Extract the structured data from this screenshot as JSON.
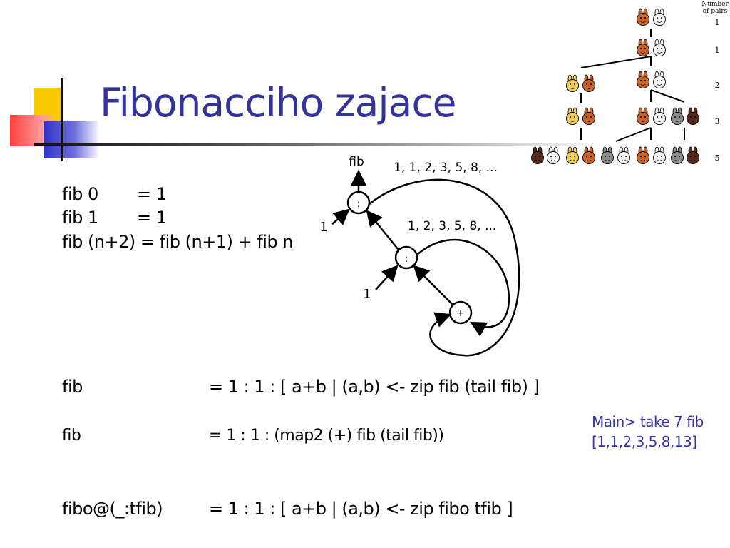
{
  "title": "Fibonacciho zajace",
  "definition": {
    "line1": {
      "lhs": "fib 0",
      "rhs": "= 1"
    },
    "line2": {
      "lhs": "fib 1",
      "rhs": "= 1"
    },
    "line3": "fib (n+2) = fib (n+1) + fib n"
  },
  "diagram": {
    "out_label": "fib",
    "seq_outer": "1, 1, 2, 3, 5, 8, ...",
    "seq_inner": "1, 2, 3, 5, 8, ...",
    "input1": "1",
    "input2": "1",
    "cons1": ":",
    "cons2": ":",
    "plus": "+"
  },
  "rabbits": {
    "header_line1": "Number",
    "header_line2": "of pairs",
    "counts": [
      "1",
      "1",
      "2",
      "3",
      "5"
    ],
    "colors": {
      "brown": "#c8642a",
      "white": "#f4f4f4",
      "yellow": "#f2cc5a",
      "gray": "#8c8c8c",
      "dark": "#5a2a1e"
    }
  },
  "equations": [
    {
      "lhs": "fib",
      "rhs": "= 1 : 1 : [ a+b | (a,b) <- zip fib (tail fib) ]"
    },
    {
      "lhs": "fib",
      "rhs": "= 1 : 1 : (map2 (+) fib (tail fib))"
    },
    {
      "lhs": "fibo@(_:tfib)",
      "rhs": "= 1 : 1 : [ a+b | (a,b) <- zip fibo tfib ]"
    }
  ],
  "repl": {
    "prompt": "Main> take 7 fib",
    "result": "[1,1,2,3,5,8,13]"
  }
}
